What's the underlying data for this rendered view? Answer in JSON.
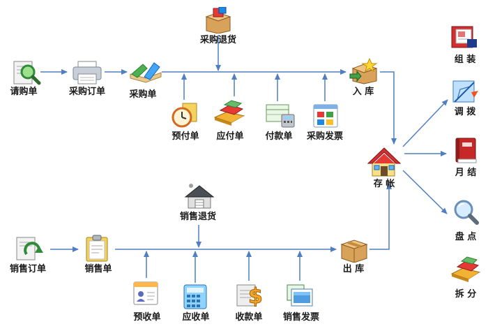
{
  "purchase": {
    "request": "请购单",
    "order": "采购订单",
    "receipt": "采购单",
    "return": "采购退货",
    "prepay": "预付单",
    "payable": "应付单",
    "payment": "付款单",
    "invoice": "采购发票",
    "stock_in": "入 库"
  },
  "inventory": {
    "ledger": "存 帐",
    "assemble": "组 装",
    "transfer": "调 拨",
    "month_end": "月 结",
    "count": "盘 点",
    "split": "拆 分"
  },
  "sales": {
    "order": "销售订单",
    "bill": "销售单",
    "return": "销售退货",
    "prereceive": "预收单",
    "receivable": "应收单",
    "receipt": "收款单",
    "invoice": "销售发票",
    "stock_out": "出 库"
  },
  "colors": {
    "arrow": "#4f7fc2"
  }
}
